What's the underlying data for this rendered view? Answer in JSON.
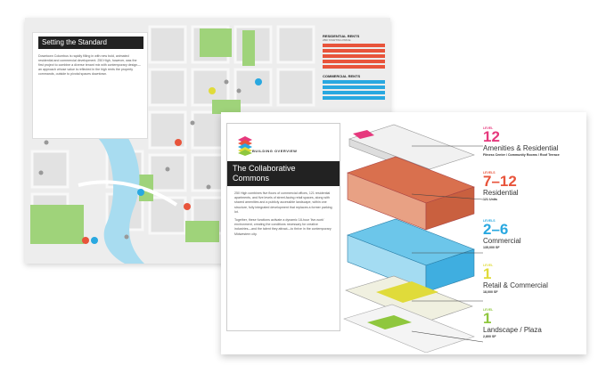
{
  "left_page": {
    "title": "Setting the Standard",
    "body": "Downtown Columbus is rapidly filling in with new bold, animated residential and commercial development. 250 High, however, was the first project to combine a diverse tenant mix with contemporary design—an approach whose value is reflected in the high rents the property commands, outside to pivotal spaces downtown."
  },
  "residential_rents": {
    "title": "RESIDENTIAL RENTS",
    "subtitle": "2BR STARTING PRICE",
    "color": "#e8543b",
    "rows": [
      "",
      "",
      "",
      "",
      ""
    ]
  },
  "commercial_rents": {
    "title": "COMMERCIAL RENTS",
    "color": "#29a8e0",
    "rows": [
      "",
      "",
      "",
      ""
    ]
  },
  "overview": {
    "label": "BUILDING OVERVIEW",
    "title": "The Collaborative Commons",
    "body_1": "250 High combines five floors of commercial offices, 121 residential apartments, and five levels of street-facing retail spaces, along with shared amenities and a publicly accessible landscape, within one structure, fully integrated development that replaces a former parking lot.",
    "body_2": "Together, these functions activate a dynamic 18-hour 'live-work' environment, creating the conditions necessary for creative industries—and the talent they attract—to thrive in the contemporary Midwestern city."
  },
  "levels": [
    {
      "tag": "LEVEL",
      "number": "12",
      "name": "Amenities & Residential",
      "sub": "Fitness Center / Community Rooms / Roof Terrace",
      "color": "#e6397d"
    },
    {
      "tag": "LEVELS",
      "number": "7–12",
      "name": "Residential",
      "sub": "121 Units",
      "color": "#e8543b"
    },
    {
      "tag": "LEVELS",
      "number": "2–6",
      "name": "Commercial",
      "sub": "135,000 SF",
      "color": "#29a8e0"
    },
    {
      "tag": "LEVEL",
      "number": "1",
      "name": "Retail & Commercial",
      "sub": "18,000 SF",
      "color": "#e0db3a"
    },
    {
      "tag": "LEVEL",
      "number": "1",
      "name": "Landscape / Plaza",
      "sub": "2,800 SF",
      "color": "#8fc73e"
    }
  ],
  "colors": {
    "park": "#9fd37a",
    "river": "#a8dcf0",
    "block": "#e6e6e6",
    "accent_pink": "#e6397d",
    "accent_red": "#e8543b",
    "accent_blue": "#29a8e0",
    "accent_yellow": "#e0db3a",
    "accent_green": "#8fc73e"
  }
}
